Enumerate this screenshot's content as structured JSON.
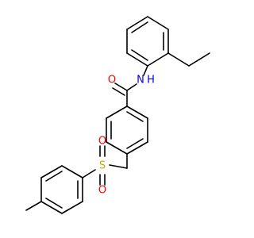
{
  "molecule": {
    "atoms": {
      "amide_nitrogen": {
        "label": "N",
        "color": "#0000ff"
      },
      "amide_hydrogen": {
        "label": "H",
        "color": "#0000ff"
      },
      "carbonyl_oxygen": {
        "label": "O",
        "color": "#ff0000"
      },
      "sulfur": {
        "label": "S",
        "color": "#b3b300"
      },
      "sulfonyl_oxygen_left": {
        "label": "O",
        "color": "#ff0000"
      },
      "sulfonyl_oxygen_right": {
        "label": "O",
        "color": "#ff0000"
      }
    }
  }
}
